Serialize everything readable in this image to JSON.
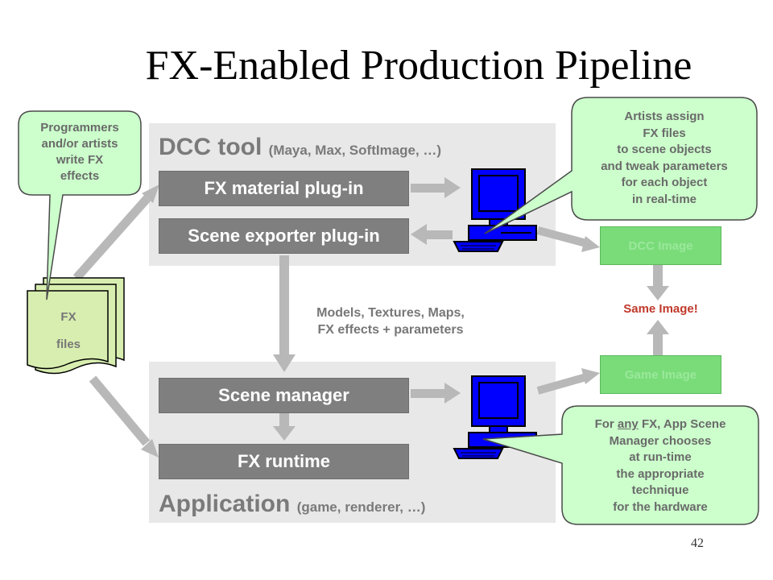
{
  "title": "FX-Enabled Production Pipeline",
  "dcc": {
    "title": "DCC tool",
    "subtitle": "(Maya, Max, SoftImage, …)",
    "fx_material": "FX material plug-in",
    "scene_exporter": "Scene exporter plug-in"
  },
  "app": {
    "title": "Application",
    "subtitle": "(game, renderer, …)",
    "scene_manager": "Scene manager",
    "fx_runtime": "FX runtime"
  },
  "data_flow_label": [
    "Models, Textures, Maps,",
    "FX effects + parameters"
  ],
  "fx_files": [
    "FX",
    "files"
  ],
  "callout_programmers": [
    "Programmers",
    "and/or artists",
    "write FX",
    "effects"
  ],
  "callout_artists": [
    "Artists assign",
    "FX files",
    "to scene objects",
    "and tweak parameters",
    "for each object",
    "in real-time"
  ],
  "callout_for_any": {
    "first_pre": "For ",
    "first_underlined": "any",
    "first_post": " FX, App Scene",
    "rest": [
      "Manager chooses",
      "at run-time",
      "the appropriate",
      "technique",
      "for the hardware"
    ]
  },
  "dcc_image": "DCC Image",
  "game_image": "Game Image",
  "same_image": "Same Image!",
  "slide_number": "42",
  "colors": {
    "arrow": "#b8b8b8",
    "callout": "#ccffcc",
    "callout_border": "#4a4a4a",
    "box": "#7f7f7f",
    "image_box": "#79dc79"
  }
}
